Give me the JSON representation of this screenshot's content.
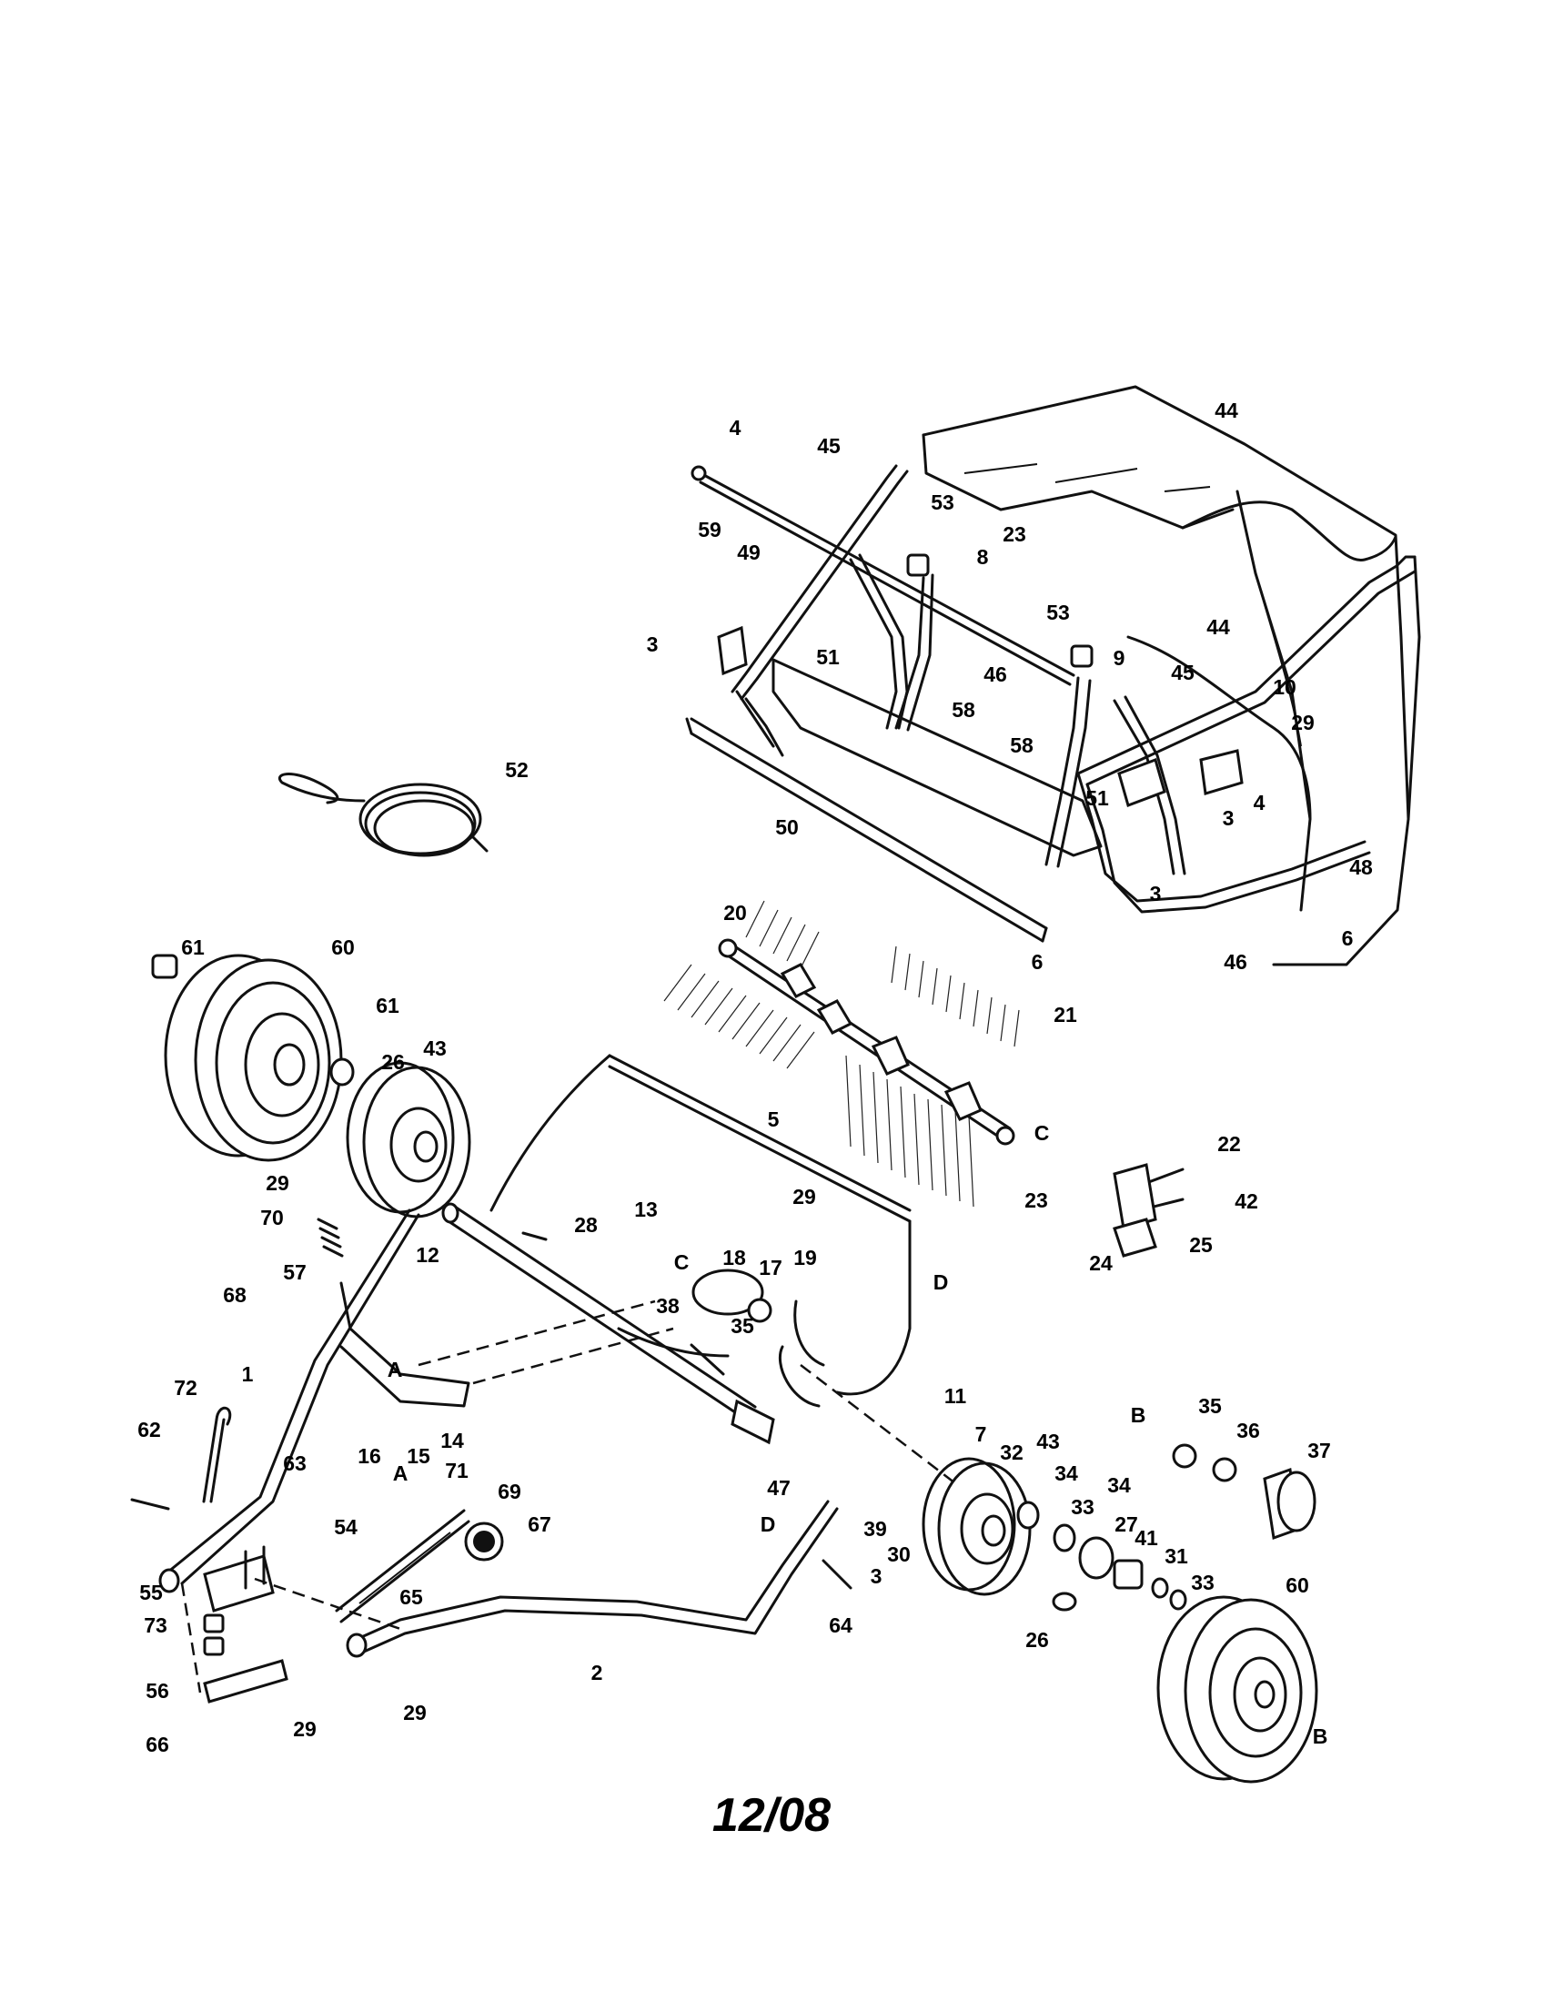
{
  "footer": {
    "date_code": "12/08"
  },
  "callouts": [
    {
      "id": "c1",
      "text": "1"
    },
    {
      "id": "c2",
      "text": "2"
    },
    {
      "id": "c3a",
      "text": "3"
    },
    {
      "id": "c3b",
      "text": "3"
    },
    {
      "id": "c3c",
      "text": "3"
    },
    {
      "id": "c3d",
      "text": "3"
    },
    {
      "id": "c4a",
      "text": "4"
    },
    {
      "id": "c4b",
      "text": "4"
    },
    {
      "id": "c5",
      "text": "5"
    },
    {
      "id": "c6a",
      "text": "6"
    },
    {
      "id": "c6b",
      "text": "6"
    },
    {
      "id": "c7",
      "text": "7"
    },
    {
      "id": "c8",
      "text": "8"
    },
    {
      "id": "c9",
      "text": "9"
    },
    {
      "id": "c10",
      "text": "10"
    },
    {
      "id": "c11",
      "text": "11"
    },
    {
      "id": "c12",
      "text": "12"
    },
    {
      "id": "c13",
      "text": "13"
    },
    {
      "id": "c14",
      "text": "14"
    },
    {
      "id": "c15",
      "text": "15"
    },
    {
      "id": "c16",
      "text": "16"
    },
    {
      "id": "c17",
      "text": "17"
    },
    {
      "id": "c18",
      "text": "18"
    },
    {
      "id": "c19",
      "text": "19"
    },
    {
      "id": "c20",
      "text": "20"
    },
    {
      "id": "c21",
      "text": "21"
    },
    {
      "id": "c22",
      "text": "22"
    },
    {
      "id": "c23a",
      "text": "23"
    },
    {
      "id": "c23b",
      "text": "23"
    },
    {
      "id": "c24",
      "text": "24"
    },
    {
      "id": "c25",
      "text": "25"
    },
    {
      "id": "c26a",
      "text": "26"
    },
    {
      "id": "c26b",
      "text": "26"
    },
    {
      "id": "c27",
      "text": "27"
    },
    {
      "id": "c28",
      "text": "28"
    },
    {
      "id": "c29a",
      "text": "29"
    },
    {
      "id": "c29b",
      "text": "29"
    },
    {
      "id": "c29c",
      "text": "29"
    },
    {
      "id": "c29d",
      "text": "29"
    },
    {
      "id": "c29e",
      "text": "29"
    },
    {
      "id": "c30",
      "text": "30"
    },
    {
      "id": "c31",
      "text": "31"
    },
    {
      "id": "c32",
      "text": "32"
    },
    {
      "id": "c33a",
      "text": "33"
    },
    {
      "id": "c33b",
      "text": "33"
    },
    {
      "id": "c34a",
      "text": "34"
    },
    {
      "id": "c34b",
      "text": "34"
    },
    {
      "id": "c35a",
      "text": "35"
    },
    {
      "id": "c35b",
      "text": "35"
    },
    {
      "id": "c36",
      "text": "36"
    },
    {
      "id": "c37",
      "text": "37"
    },
    {
      "id": "c38",
      "text": "38"
    },
    {
      "id": "c39",
      "text": "39"
    },
    {
      "id": "c41",
      "text": "41"
    },
    {
      "id": "c42",
      "text": "42"
    },
    {
      "id": "c43a",
      "text": "43"
    },
    {
      "id": "c43b",
      "text": "43"
    },
    {
      "id": "c44a",
      "text": "44"
    },
    {
      "id": "c44b",
      "text": "44"
    },
    {
      "id": "c45a",
      "text": "45"
    },
    {
      "id": "c45b",
      "text": "45"
    },
    {
      "id": "c46a",
      "text": "46"
    },
    {
      "id": "c46b",
      "text": "46"
    },
    {
      "id": "c47",
      "text": "47"
    },
    {
      "id": "c48",
      "text": "48"
    },
    {
      "id": "c49",
      "text": "49"
    },
    {
      "id": "c50",
      "text": "50"
    },
    {
      "id": "c51a",
      "text": "51"
    },
    {
      "id": "c51b",
      "text": "51"
    },
    {
      "id": "c52",
      "text": "52"
    },
    {
      "id": "c53a",
      "text": "53"
    },
    {
      "id": "c53b",
      "text": "53"
    },
    {
      "id": "c54",
      "text": "54"
    },
    {
      "id": "c55",
      "text": "55"
    },
    {
      "id": "c56",
      "text": "56"
    },
    {
      "id": "c57",
      "text": "57"
    },
    {
      "id": "c58a",
      "text": "58"
    },
    {
      "id": "c58b",
      "text": "58"
    },
    {
      "id": "c59",
      "text": "59"
    },
    {
      "id": "c60a",
      "text": "60"
    },
    {
      "id": "c60b",
      "text": "60"
    },
    {
      "id": "c61a",
      "text": "61"
    },
    {
      "id": "c61b",
      "text": "61"
    },
    {
      "id": "c62",
      "text": "62"
    },
    {
      "id": "c63",
      "text": "63"
    },
    {
      "id": "c64",
      "text": "64"
    },
    {
      "id": "c65",
      "text": "65"
    },
    {
      "id": "c66",
      "text": "66"
    },
    {
      "id": "c67",
      "text": "67"
    },
    {
      "id": "c68",
      "text": "68"
    },
    {
      "id": "c69",
      "text": "69"
    },
    {
      "id": "c70",
      "text": "70"
    },
    {
      "id": "c71",
      "text": "71"
    },
    {
      "id": "c72",
      "text": "72"
    },
    {
      "id": "c73",
      "text": "73"
    },
    {
      "id": "cA1",
      "text": "A"
    },
    {
      "id": "cA2",
      "text": "A"
    },
    {
      "id": "cB1",
      "text": "B"
    },
    {
      "id": "cB2",
      "text": "B"
    },
    {
      "id": "cC1",
      "text": "C"
    },
    {
      "id": "cC2",
      "text": "C"
    },
    {
      "id": "cD1",
      "text": "D"
    },
    {
      "id": "cD2",
      "text": "D"
    }
  ]
}
